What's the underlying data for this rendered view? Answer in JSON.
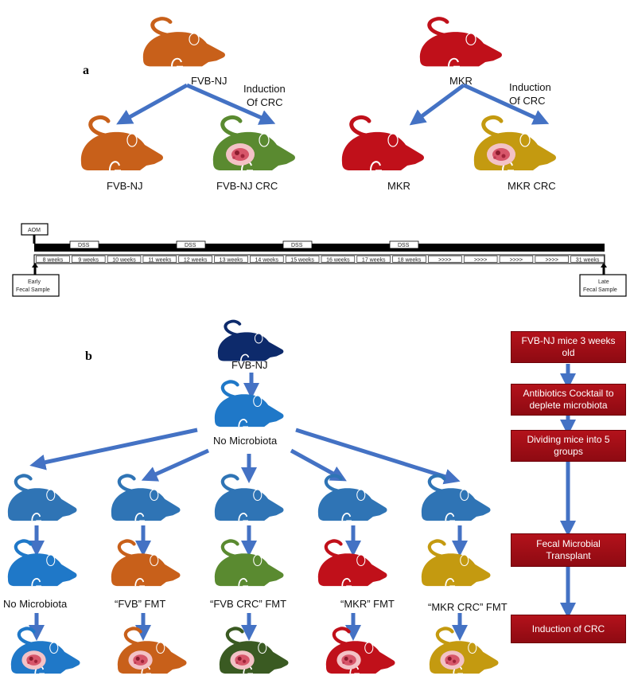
{
  "panel_a": {
    "label": "a",
    "parents": {
      "left": "FVB-NJ",
      "right": "MKR"
    },
    "induction": {
      "left_1": "Induction",
      "left_2": "Of CRC",
      "right_1": "Induction",
      "right_2": "Of CRC"
    },
    "children": [
      "FVB-NJ",
      "FVB-NJ CRC",
      "MKR",
      "MKR CRC"
    ],
    "colors": {
      "fvb": "#c8601a",
      "fvb_crc": "#5a8a30",
      "mkr": "#c0101a",
      "mkr_crc": "#c49a10",
      "arrow": "#4472c4"
    }
  },
  "timeline": {
    "aom": "AOM",
    "dss": [
      "DSS",
      "DSS",
      "DSS",
      "DSS"
    ],
    "weeks": [
      "8 weeks",
      "9 weeks",
      "10 weeks",
      "11 weeks",
      "12 weeks",
      "13 weeks",
      "14 weeks",
      "15 weeks",
      "16 weeks",
      "17 weeks",
      "18 weeks",
      ">>>>",
      ">>>>",
      ">>>>",
      ">>>>",
      "31 weeks"
    ],
    "early_1": "Early",
    "early_2": "Fecal Sample",
    "late_1": "Late",
    "late_2": "Fecal Sample"
  },
  "panel_b": {
    "label": "b",
    "top": "FVB-NJ",
    "no_microbiota": "No Microbiota",
    "groups": [
      "No Microbiota",
      "“FVB” FMT",
      "“FVB CRC” FMT",
      "“MKR” FMT",
      "“MKR CRC” FMT"
    ],
    "colors": {
      "navy": "#0d2a6b",
      "blue": "#1f78c8",
      "steel": "#2f74b5"
    }
  },
  "steps": [
    "FVB-NJ mice 3 weeks old",
    "Antibiotics Cocktail to deplete microbiota",
    "Dividing mice into 5 groups",
    "Fecal Microbial Transplant",
    "Induction of CRC"
  ]
}
